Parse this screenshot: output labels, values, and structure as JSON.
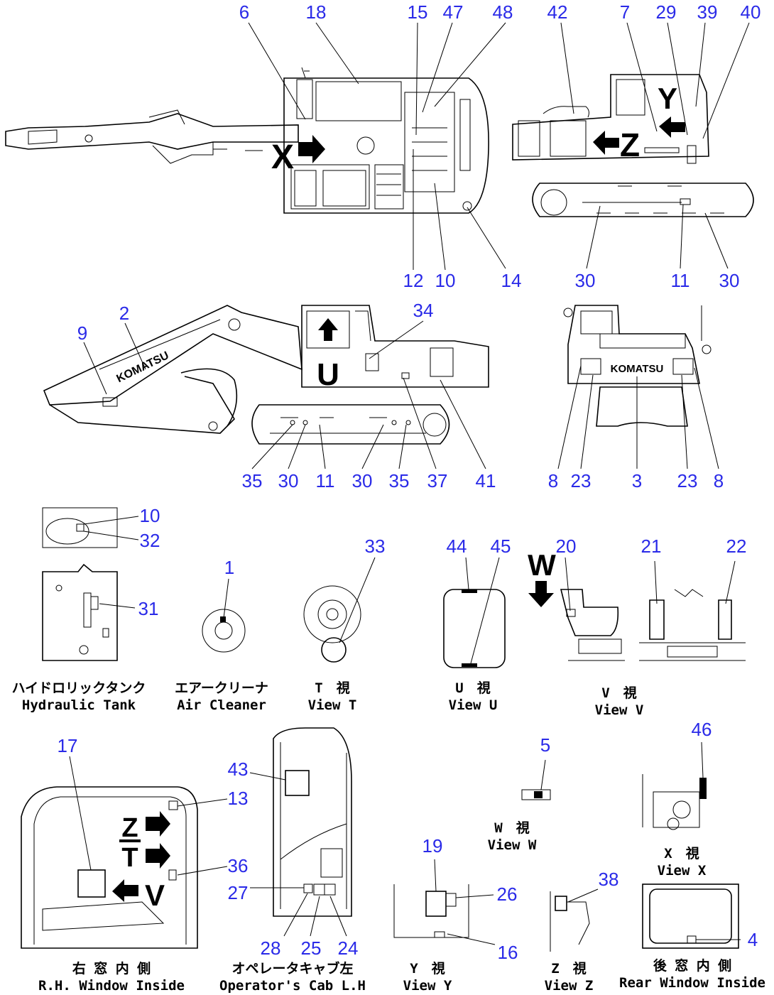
{
  "callouts": [
    "6",
    "18",
    "15",
    "47",
    "48",
    "42",
    "7",
    "29",
    "39",
    "40",
    "12",
    "10",
    "14",
    "30",
    "11",
    "30",
    "2",
    "9",
    "34",
    "35",
    "30",
    "11",
    "30",
    "35",
    "37",
    "41",
    "8",
    "23",
    "3",
    "23",
    "8",
    "10",
    "32",
    "31",
    "1",
    "33",
    "44",
    "45",
    "20",
    "21",
    "22",
    "17",
    "13",
    "36",
    "43",
    "27",
    "28",
    "25",
    "24",
    "19",
    "26",
    "16",
    "38",
    "5",
    "46",
    "4"
  ],
  "marks": [
    "X",
    "Y",
    "Z",
    "U",
    "W",
    "Z",
    "T",
    "V"
  ],
  "captions": [
    {
      "jp": "ハイドロリックタンク",
      "en": "Hydraulic Tank"
    },
    {
      "jp": "エアークリーナ",
      "en": "Air Cleaner"
    },
    {
      "jp": "T　視",
      "en": "View T"
    },
    {
      "jp": "U　視",
      "en": "View U"
    },
    {
      "jp": "V　視",
      "en": "View V"
    },
    {
      "jp": "W　視",
      "en": "View W"
    },
    {
      "jp": "X　視",
      "en": "View X"
    },
    {
      "jp": "右 窓 内 側",
      "en": "R.H. Window Inside"
    },
    {
      "jp": "オペレータキャブ左",
      "en": "Operator's Cab L.H"
    },
    {
      "jp": "Y　視",
      "en": "View Y"
    },
    {
      "jp": "Z　視",
      "en": "View Z"
    },
    {
      "jp": "後 窓 内 側",
      "en": "Rear Window Inside"
    }
  ],
  "logos": [
    "KOMATSU",
    "KOMATSU"
  ]
}
